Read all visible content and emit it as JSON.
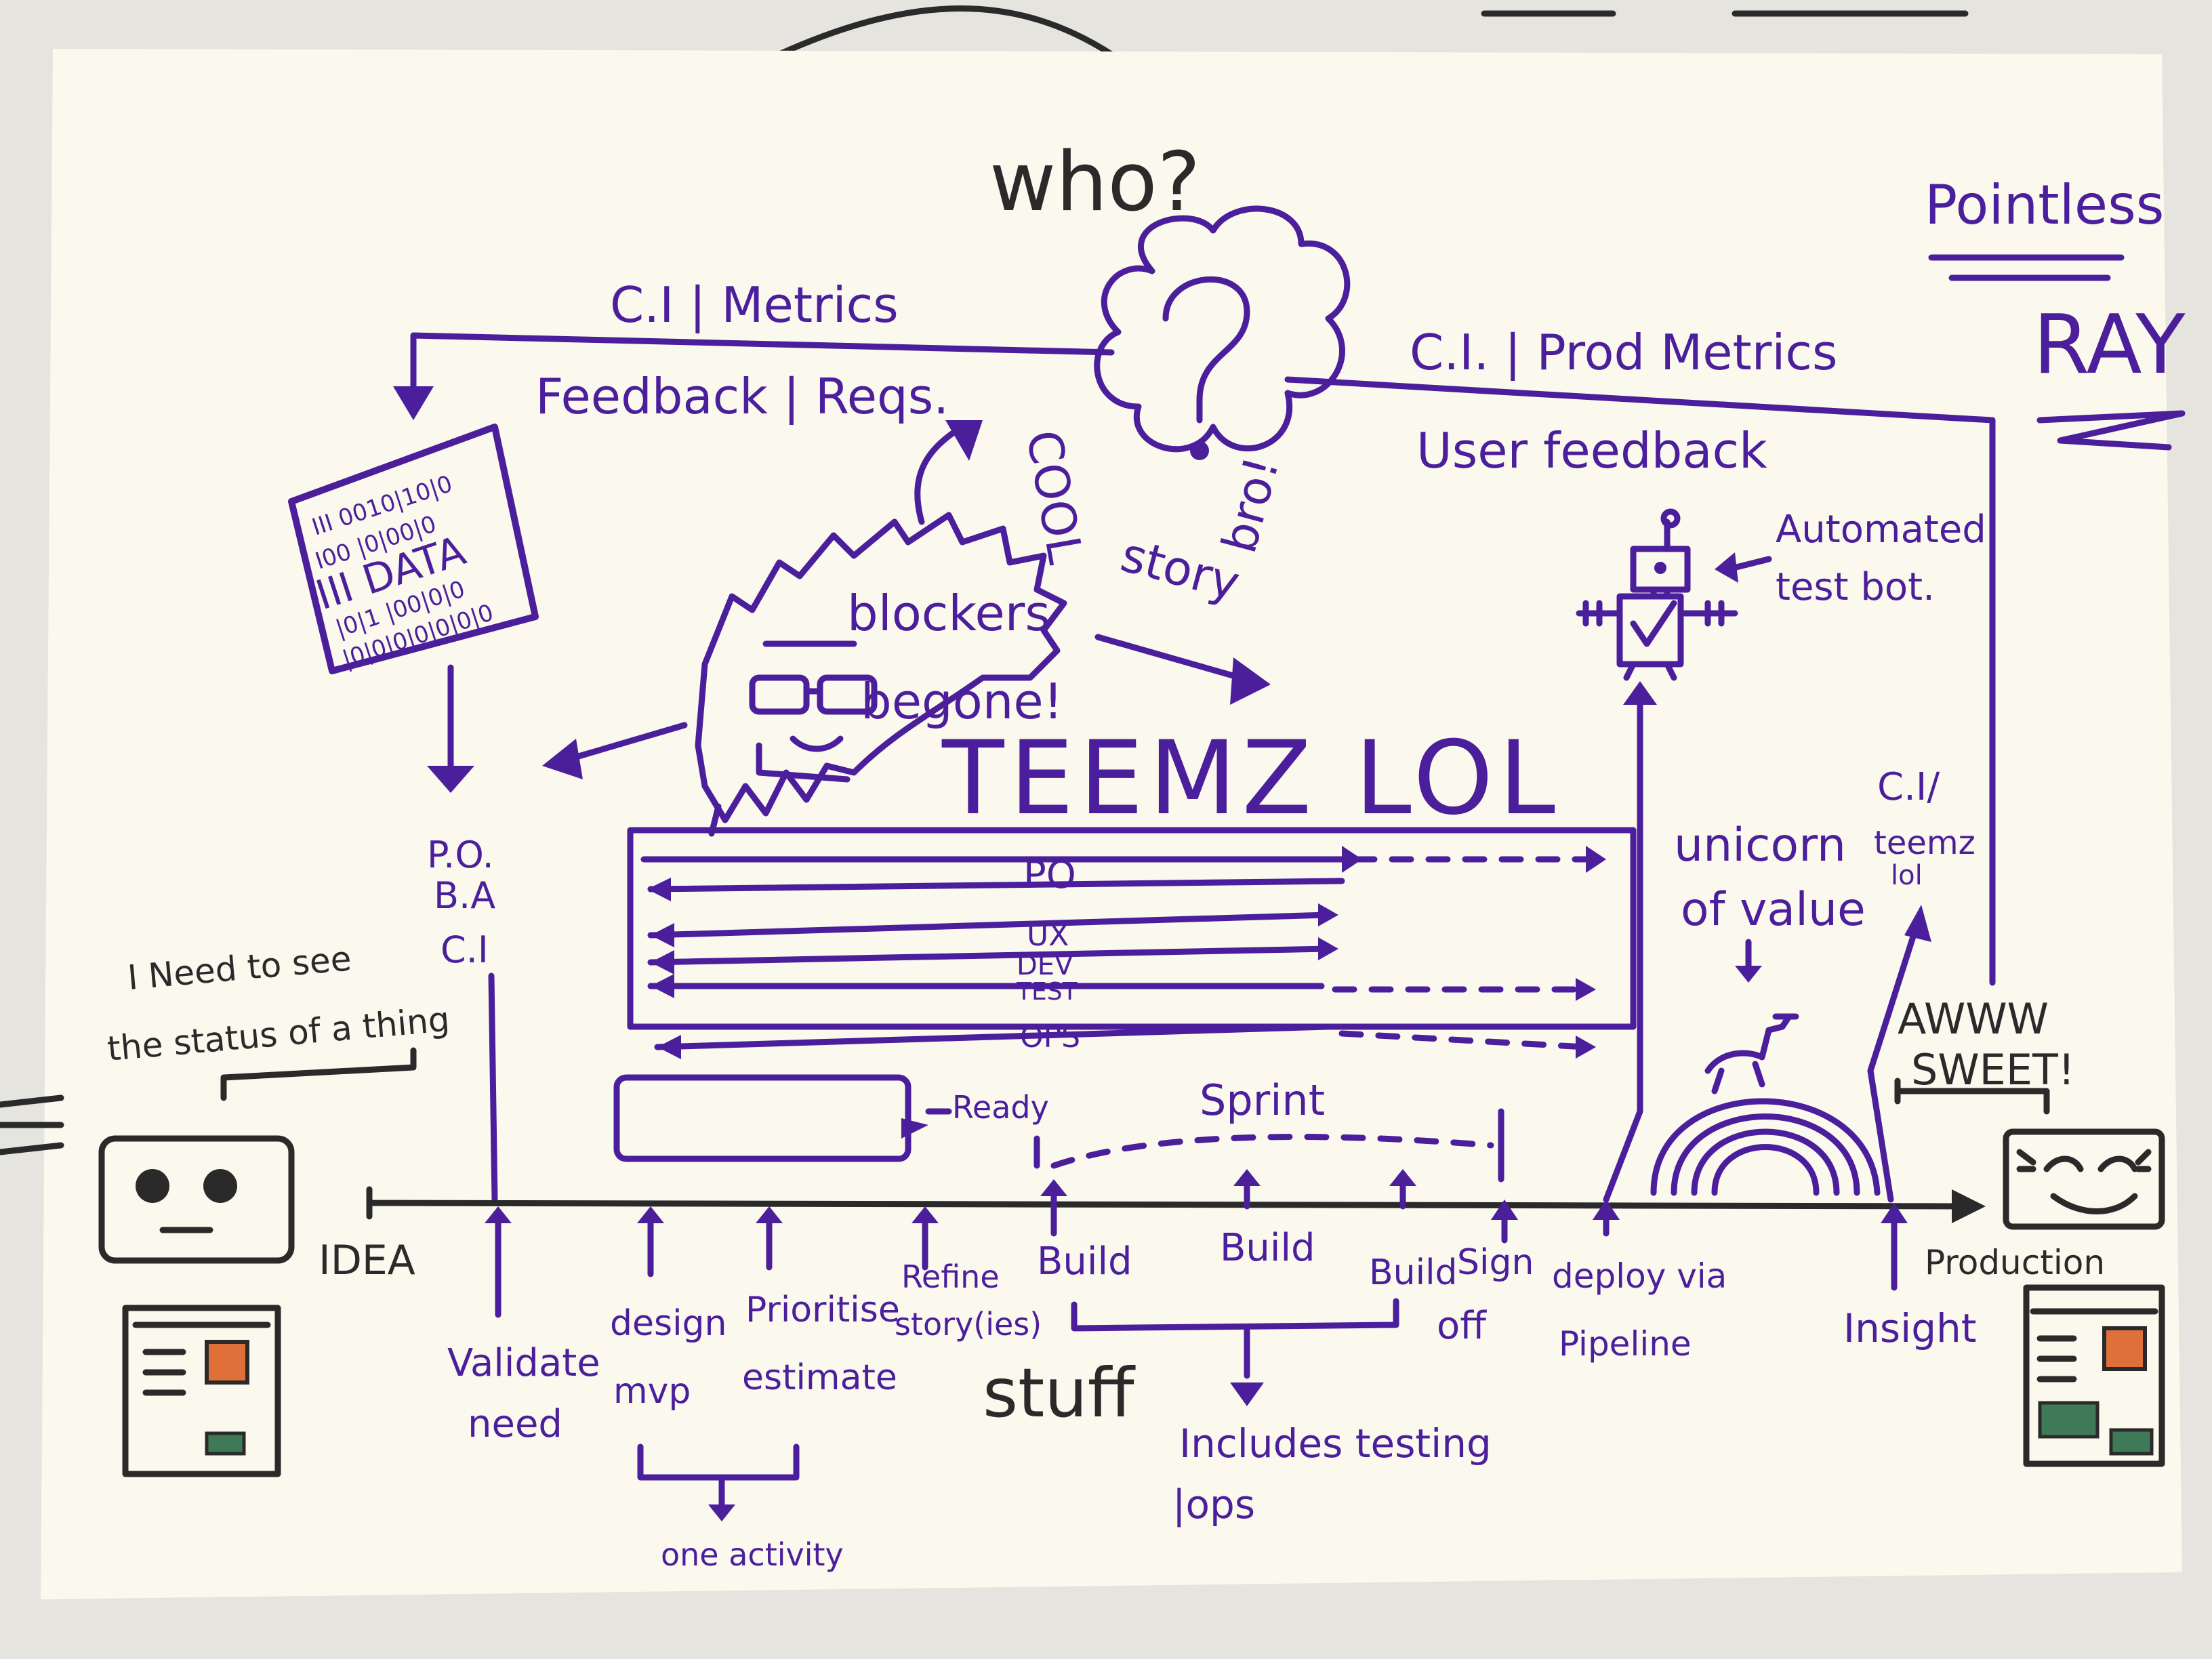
{
  "title": "who?",
  "center_icon": "question-mark-cloud-icon",
  "cloud_side_labels": {
    "left": "COOL",
    "right": "bro!",
    "bottom": "story"
  },
  "corner_note": {
    "line1": "Pointless",
    "line2": "RAY"
  },
  "feedback_left": {
    "line1": "C.I | Metrics",
    "line2": "Feedback | Reqs."
  },
  "feedback_right": {
    "line1": "C.I. | Prod Metrics",
    "line2": "User feedback"
  },
  "data_block": {
    "label": "DATA",
    "rows": [
      "III 0010|10|0",
      "I00 |0|00|0",
      "III DATA",
      "|0|1 |00|0|0",
      "|0|0|0|0|0|0|0"
    ]
  },
  "blockers_text": {
    "line1": "blockers",
    "line2": "begone!"
  },
  "team_title": "TEEMZ LOL",
  "roles": [
    "PO",
    "UX",
    "DEV",
    "TEST",
    "OPS"
  ],
  "left_roles": [
    "P.O.",
    "B.A",
    "C.I"
  ],
  "robot_label": {
    "line1": "Automated",
    "line2": "test bot."
  },
  "unicorn_label": {
    "line1": "unicorn",
    "line2": "of value"
  },
  "ci_teemz": {
    "line1": "C.I/",
    "line2": "teemz",
    "line3": "lol"
  },
  "left_speech": {
    "line1": "I Need to see",
    "line2": "the status of a thing"
  },
  "right_speech": {
    "line1": "AWWW",
    "line2": "SWEET!"
  },
  "ready_label": "Ready",
  "sprint_label": "Sprint",
  "timeline_start": "IDEA",
  "timeline_end": "Production",
  "steps": [
    {
      "line1": "Validate",
      "line2": "need"
    },
    {
      "line1": "design",
      "line2": "mvp"
    },
    {
      "line1": "Prioritise",
      "line2": "estimate"
    },
    {
      "line1": "Refine",
      "line2": "story(ies)"
    },
    {
      "line1": "Build",
      "line2": ""
    },
    {
      "line1": "Build",
      "line2": ""
    },
    {
      "line1": "Build",
      "line2": ""
    },
    {
      "line1": "Sign",
      "line2": "off"
    },
    {
      "line1": "deploy via",
      "line2": "Pipeline"
    },
    {
      "line1": "Insight",
      "line2": ""
    }
  ],
  "one_activity": "one activity",
  "stuff_label": "stuff",
  "includes_label": {
    "line1": "Includes testing",
    "line2": "|ops"
  },
  "colors": {
    "marker_purple": "#4b1f9c",
    "marker_black": "#2a2a2a",
    "paper": "#fbf8ee",
    "mockup_orange": "#e0703a",
    "mockup_green": "#3f7a58"
  }
}
